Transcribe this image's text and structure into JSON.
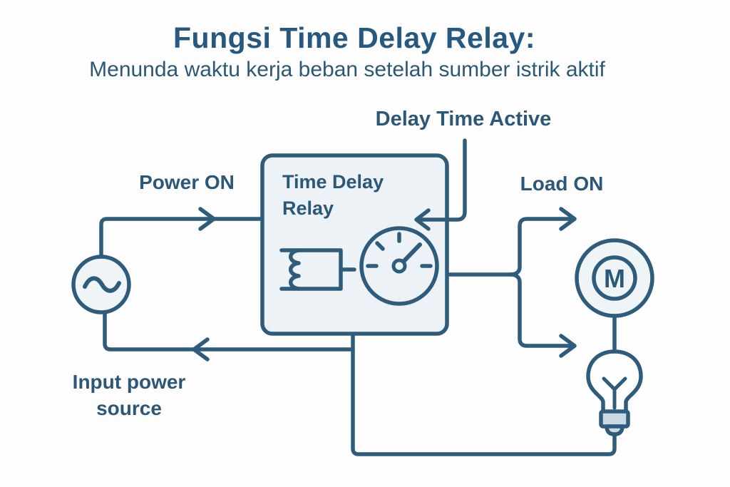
{
  "header": {
    "title": "Fungsi Time Delay Relay:",
    "subtitle": "Menunda waktu kerja beban setelah sumber istrik aktif"
  },
  "diagram": {
    "power_on_label": "Power ON",
    "delay_label": "Delay Time Active",
    "load_on_label": "Load ON",
    "input_source_label": "Input power source",
    "relay_box_label": "Time Delay Relay",
    "motor_letter": "M"
  },
  "colors": {
    "ink": "#2f5c7b",
    "text": "#2b5876",
    "relay_box_fill": "#ecf2f5",
    "circle_fill": "#eff4f7",
    "bulb_base_fill": "#c8d9e4",
    "bulb_glass_fill": "#fdfefe",
    "background": "#fdfdfd"
  }
}
